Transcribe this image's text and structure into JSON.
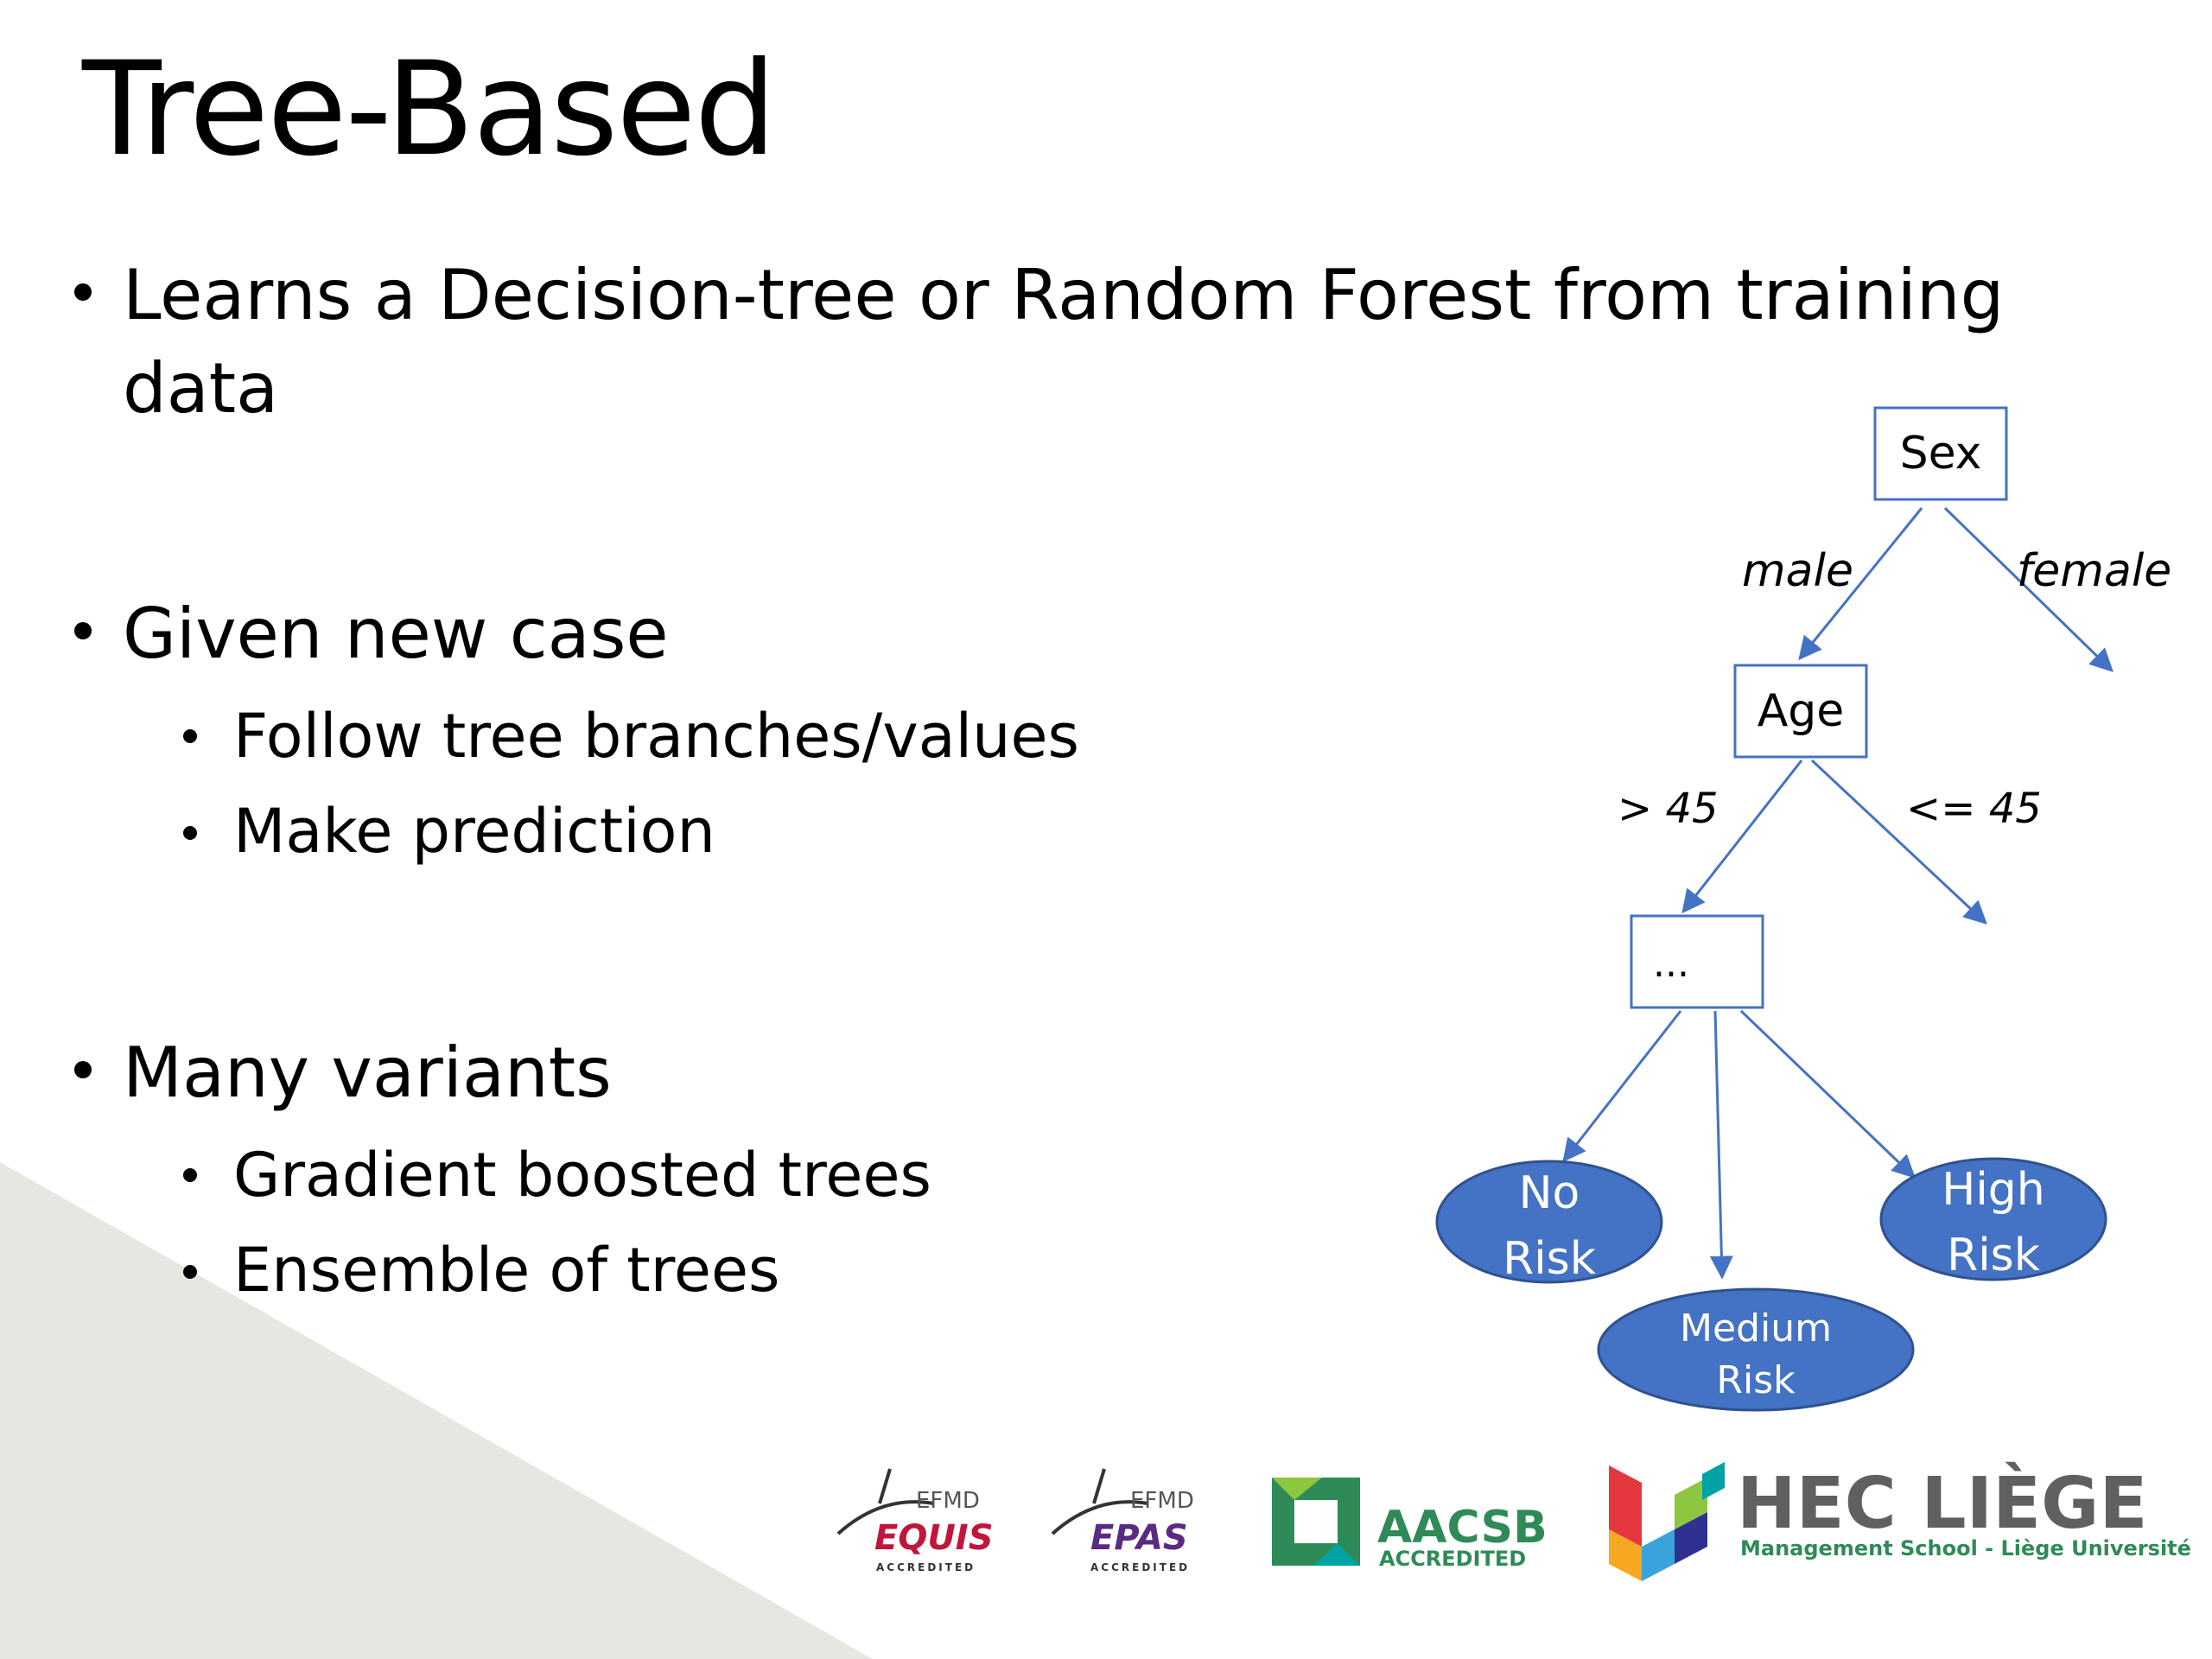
{
  "slide": {
    "title": "Tree-Based",
    "bullets": [
      {
        "text": "Learns a Decision-tree or Random Forest from training",
        "cont": "data"
      },
      {
        "text": "Given new case",
        "subs": [
          "Follow tree branches/values",
          "Make prediction"
        ]
      },
      {
        "text": "Many variants",
        "subs": [
          "Gradient boosted trees",
          "Ensemble of trees"
        ]
      }
    ]
  },
  "tree": {
    "nodes": {
      "sex": "Sex",
      "age": "Age",
      "ellipsis": "..."
    },
    "edges": {
      "male": "male",
      "female": "female",
      "gt45": "> 45",
      "le45": "<= 45"
    },
    "leaves": {
      "no_risk": [
        "No",
        "Risk"
      ],
      "medium_risk": [
        "Medium",
        "Risk"
      ],
      "high_risk": [
        "High",
        "Risk"
      ]
    },
    "colors": {
      "line": "#4472c4",
      "leaf_fill": "#4472c4",
      "leaf_stroke": "#2f528f"
    }
  },
  "logos": {
    "equis": {
      "top": "EFMD",
      "main": "EQUIS",
      "sub": "ACCREDITED"
    },
    "epas": {
      "top": "EFMD",
      "main": "EPAS",
      "sub": "ACCREDITED"
    },
    "aacsb": {
      "main": "AACSB",
      "sub": "ACCREDITED"
    },
    "hec": {
      "main": "HEC LIÈGE",
      "sub": "Management School - Liège Université"
    }
  }
}
